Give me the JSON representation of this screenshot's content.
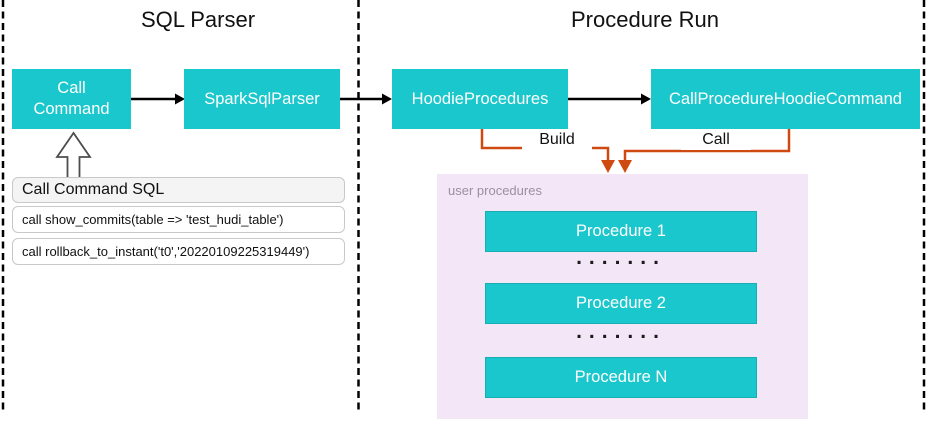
{
  "diagram": {
    "sections": {
      "sql_parser_title": "SQL Parser",
      "procedure_run_title": "Procedure Run"
    },
    "nodes": {
      "call_command": "Call Command",
      "spark_sql_parser": "SparkSqlParser",
      "hoodie_procedures": "HoodieProcedures",
      "call_procedure_hoodie_command": "CallProcedureHoodieCommand"
    },
    "edges": {
      "build_label": "Build",
      "call_label": "Call"
    },
    "sql_table": {
      "header": "Call Command SQL",
      "rows": [
        "call show_commits(table => 'test_hudi_table')",
        "call rollback_to_instant('t0','20220109225319449')"
      ]
    },
    "user_procedures": {
      "label": "user procedures",
      "items": [
        "Procedure 1",
        "Procedure 2",
        "Procedure N"
      ],
      "dots": "......."
    },
    "colors": {
      "node_fill": "#1AC7CC",
      "node_text": "#FFFFFF",
      "edge_orange": "#CF4A11",
      "container_fill": "#F3E6F7",
      "container_label": "#9B8FA0",
      "line_black": "#000000",
      "sql_header_fill": "#F4F4F4",
      "sql_border": "#C9C9C9"
    }
  }
}
